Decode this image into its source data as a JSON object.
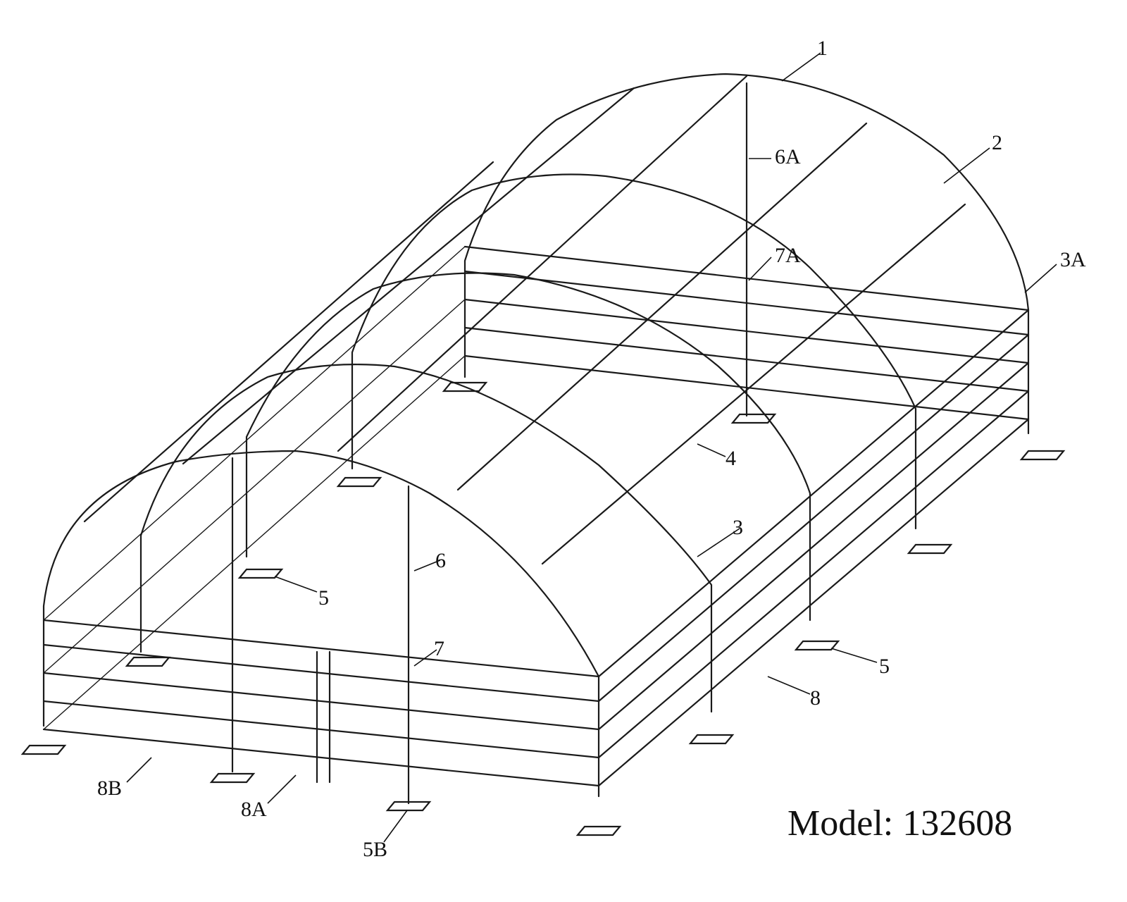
{
  "model_label": "Model: 132608",
  "callouts": [
    {
      "id": "1",
      "text": "1"
    },
    {
      "id": "2",
      "text": "2"
    },
    {
      "id": "3",
      "text": "3"
    },
    {
      "id": "3A",
      "text": "3A"
    },
    {
      "id": "4",
      "text": "4"
    },
    {
      "id": "5a",
      "text": "5"
    },
    {
      "id": "5b",
      "text": "5"
    },
    {
      "id": "5B",
      "text": "5B"
    },
    {
      "id": "6",
      "text": "6"
    },
    {
      "id": "6A",
      "text": "6A"
    },
    {
      "id": "7",
      "text": "7"
    },
    {
      "id": "7A",
      "text": "7A"
    },
    {
      "id": "8",
      "text": "8"
    },
    {
      "id": "8A",
      "text": "8A"
    },
    {
      "id": "8B",
      "text": "8B"
    }
  ]
}
